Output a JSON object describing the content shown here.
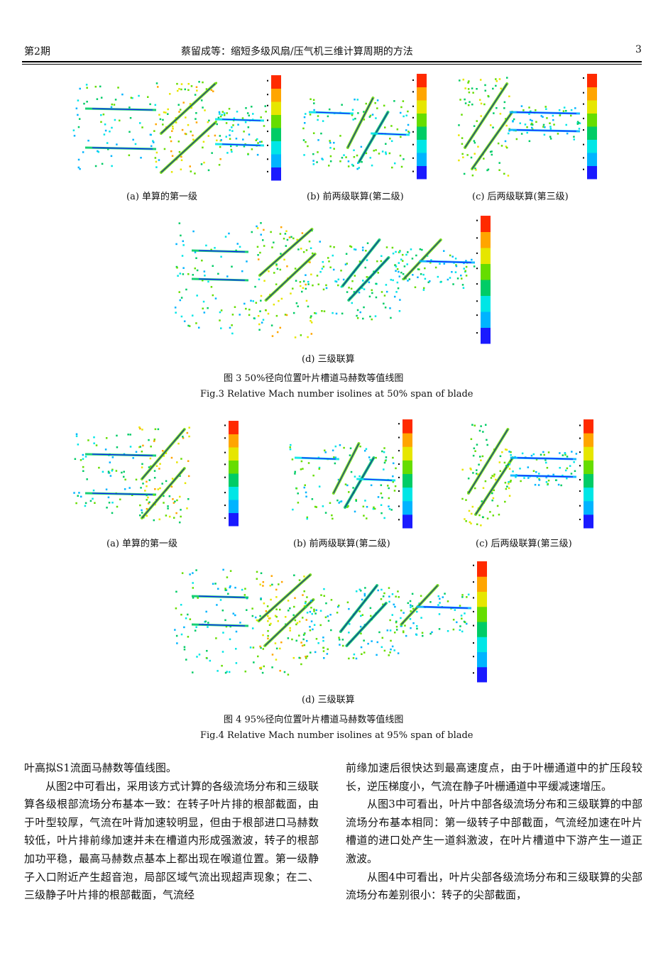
{
  "header": {
    "issue": "第2期",
    "title": "蔡留成等：缩短多级风扇/压气机三维计算周期的方法",
    "page": "3"
  },
  "figure3": {
    "caption_a": "(a)  单算的第一级",
    "caption_b": "(b)  前两级联算(第二级)",
    "caption_c": "(c)  后两级联算(第三级)",
    "caption_d": "(d)  三级联算",
    "title_cn": "图 3   50%径向位置叶片槽道马赫数等值线图",
    "title_en": "Fig.3   Relative Mach number isolines at 50% span of blade"
  },
  "figure4": {
    "caption_a": "(a)  单算的第一级",
    "caption_b": "(b)  前两级联算(第二级)",
    "caption_c": "(c)  后两级联算(第三级)",
    "caption_d": "(d)  三级联算",
    "title_cn": "图 4   95%径向位置叶片槽道马赫数等值线图",
    "title_en": "Fig.4   Relative Mach number isolines at 95% span of blade"
  },
  "colorbar": {
    "colors": [
      "#1a1aff",
      "#00b4ff",
      "#00e6e6",
      "#00cc66",
      "#66dd00",
      "#e6e600",
      "#ffa500",
      "#ff2a00"
    ]
  },
  "body": {
    "left_col": [
      "叶高拟S1流面马赫数等值线图。",
      "从图2中可看出，采用该方式计算的各级流场分布和三级联算各级根部流场分布基本一致：在转子叶片排的根部截面，由于叶型较厚，气流在叶背加速较明显，但由于根部进口马赫数较低，叶片排前缘加速并未在槽道内形成强激波，转子的根部加功平稳，最高马赫数点基本上都出现在喉道位置。第一级静子入口附近产生超音泡，局部区域气流出现超声现象；在二、三级静子叶片排的根部截面，气流经"
    ],
    "right_col": [
      "前缘加速后很快达到最高速度点，由于叶栅通道中的扩压段较长，逆压梯度小，气流在静子叶栅通道中平缓减速增压。",
      "从图3中可看出，叶片中部各级流场分布和三级联算的中部流场分布基本相同：第一级转子中部截面，气流经加速在叶片槽道的进口处产生一道斜激波，在叶片槽道中下游产生一道正激波。",
      "从图4中可看出，叶片尖部各级流场分布和三级联算的尖部流场分布差别很小：转子的尖部截面，"
    ]
  }
}
